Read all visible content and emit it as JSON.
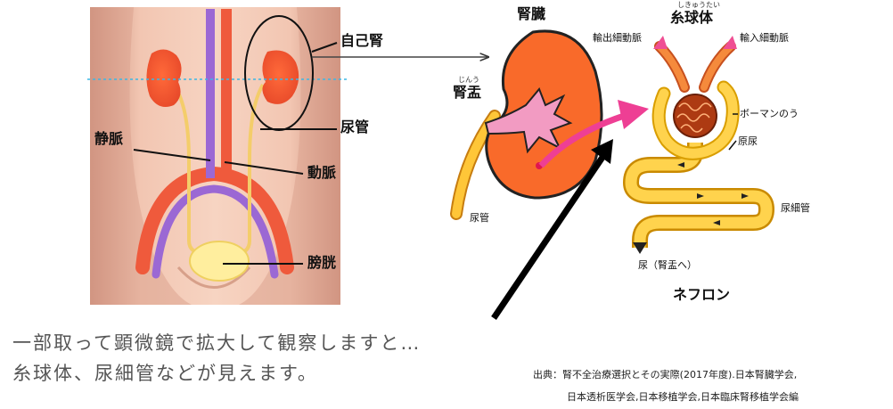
{
  "body_labels": {
    "own_kidney": "自己腎",
    "ureter": "尿管",
    "vein": "静脈",
    "artery": "動脈",
    "bladder": "膀胱"
  },
  "kidney_labels": {
    "kidney": "腎臓",
    "renal_pelvis": "腎盂",
    "renal_pelvis_ruby": "じんう",
    "ureter": "尿管"
  },
  "nephron_labels": {
    "glomerulus": "糸球体",
    "glomerulus_ruby": "しきゅうたい",
    "efferent": "輸出細動脈",
    "afferent": "輸入細動脈",
    "bowman": "ボーマンのう",
    "primary_urine": "原尿",
    "tubule": "尿細管",
    "urine_to_pelvis": "尿（腎盂へ）",
    "nephron": "ネフロン"
  },
  "caption": {
    "line1": "一部取って顕微鏡で拡大して観察しますと…",
    "line2": "糸球体、尿細管などが見えます。"
  },
  "source": {
    "line1": "出典：腎不全治療選択とその実際(2017年度).日本腎臓学会,",
    "line2": "日本透析医学会,日本移植学会,日本臨床腎移植学会編"
  }
}
